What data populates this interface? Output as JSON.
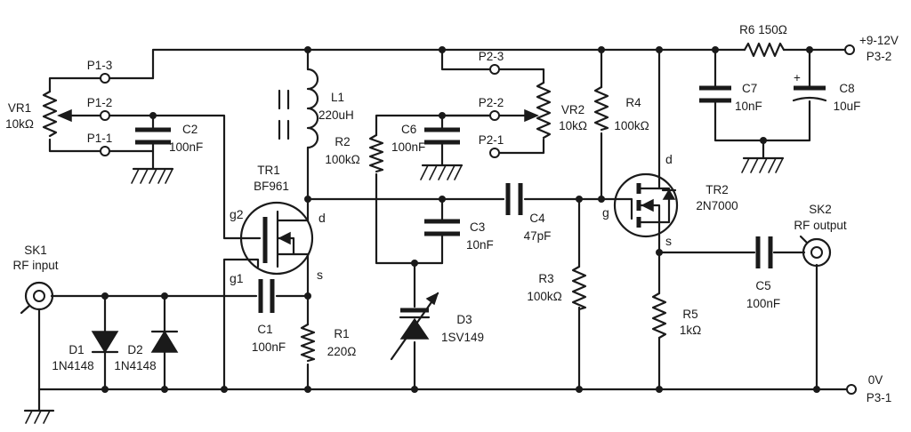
{
  "components": {
    "sk1": {
      "ref": "SK1",
      "name": "RF input"
    },
    "d1": {
      "ref": "D1",
      "value": "1N4148"
    },
    "d2": {
      "ref": "D2",
      "value": "1N4148"
    },
    "vr1": {
      "ref": "VR1",
      "value": "10kΩ"
    },
    "p1_3": "P1-3",
    "p1_2": "P1-2",
    "p1_1": "P1-1",
    "c2": {
      "ref": "C2",
      "value": "100nF"
    },
    "c1": {
      "ref": "C1",
      "value": "100nF"
    },
    "tr1": {
      "ref": "TR1",
      "value": "BF961",
      "pins": {
        "g2": "g2",
        "g1": "g1",
        "d": "d",
        "s": "s"
      }
    },
    "l1": {
      "ref": "L1",
      "value": "220uH"
    },
    "r1": {
      "ref": "R1",
      "value": "220Ω"
    },
    "r2": {
      "ref": "R2",
      "value": "100kΩ"
    },
    "c6": {
      "ref": "C6",
      "value": "100nF"
    },
    "p2_3": "P2-3",
    "p2_2": "P2-2",
    "p2_1": "P2-1",
    "vr2": {
      "ref": "VR2",
      "value": "10kΩ"
    },
    "r4": {
      "ref": "R4",
      "value": "100kΩ"
    },
    "c3": {
      "ref": "C3",
      "value": "10nF"
    },
    "c4": {
      "ref": "C4",
      "value": "47pF"
    },
    "d3": {
      "ref": "D3",
      "value": "1SV149"
    },
    "r3": {
      "ref": "R3",
      "value": "100kΩ"
    },
    "tr2": {
      "ref": "TR2",
      "value": "2N7000",
      "pins": {
        "d": "d",
        "g": "g",
        "s": "s"
      }
    },
    "r5": {
      "ref": "R5",
      "value": "1kΩ"
    },
    "c5": {
      "ref": "C5",
      "value": "100nF"
    },
    "sk2": {
      "ref": "SK2",
      "name": "RF output"
    },
    "r6": {
      "ref": "R6",
      "value": "150Ω"
    },
    "c7": {
      "ref": "C7",
      "value": "10nF"
    },
    "c8": {
      "ref": "C8",
      "value": "10uF",
      "polarity": "+"
    }
  },
  "supply": {
    "voltage": "+9-12V",
    "pin": "P3-2"
  },
  "ground": {
    "voltage": "0V",
    "pin": "P3-1"
  }
}
